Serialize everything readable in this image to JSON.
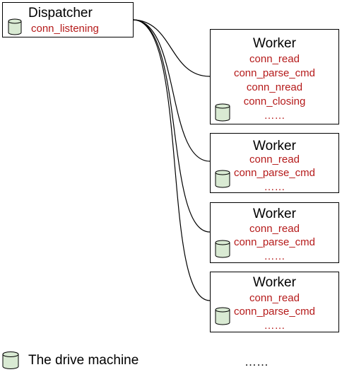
{
  "dispatcher": {
    "title": "Dispatcher",
    "states": [
      "conn_listening"
    ]
  },
  "workers": [
    {
      "title": "Worker",
      "states": [
        "conn_read",
        "conn_parse_cmd",
        "conn_nread",
        "conn_closing",
        "……"
      ]
    },
    {
      "title": "Worker",
      "states": [
        "conn_read",
        "conn_parse_cmd",
        "……"
      ]
    },
    {
      "title": "Worker",
      "states": [
        "conn_read",
        "conn_parse_cmd",
        "……"
      ]
    },
    {
      "title": "Worker",
      "states": [
        "conn_read",
        "conn_parse_cmd",
        "……"
      ]
    }
  ],
  "legend": {
    "label": "The drive machine",
    "more_workers": "……"
  },
  "colors": {
    "state_text": "#b51a1a",
    "drum_fill": "#d9ead3",
    "drum_stroke": "#000000",
    "line": "#000000"
  }
}
